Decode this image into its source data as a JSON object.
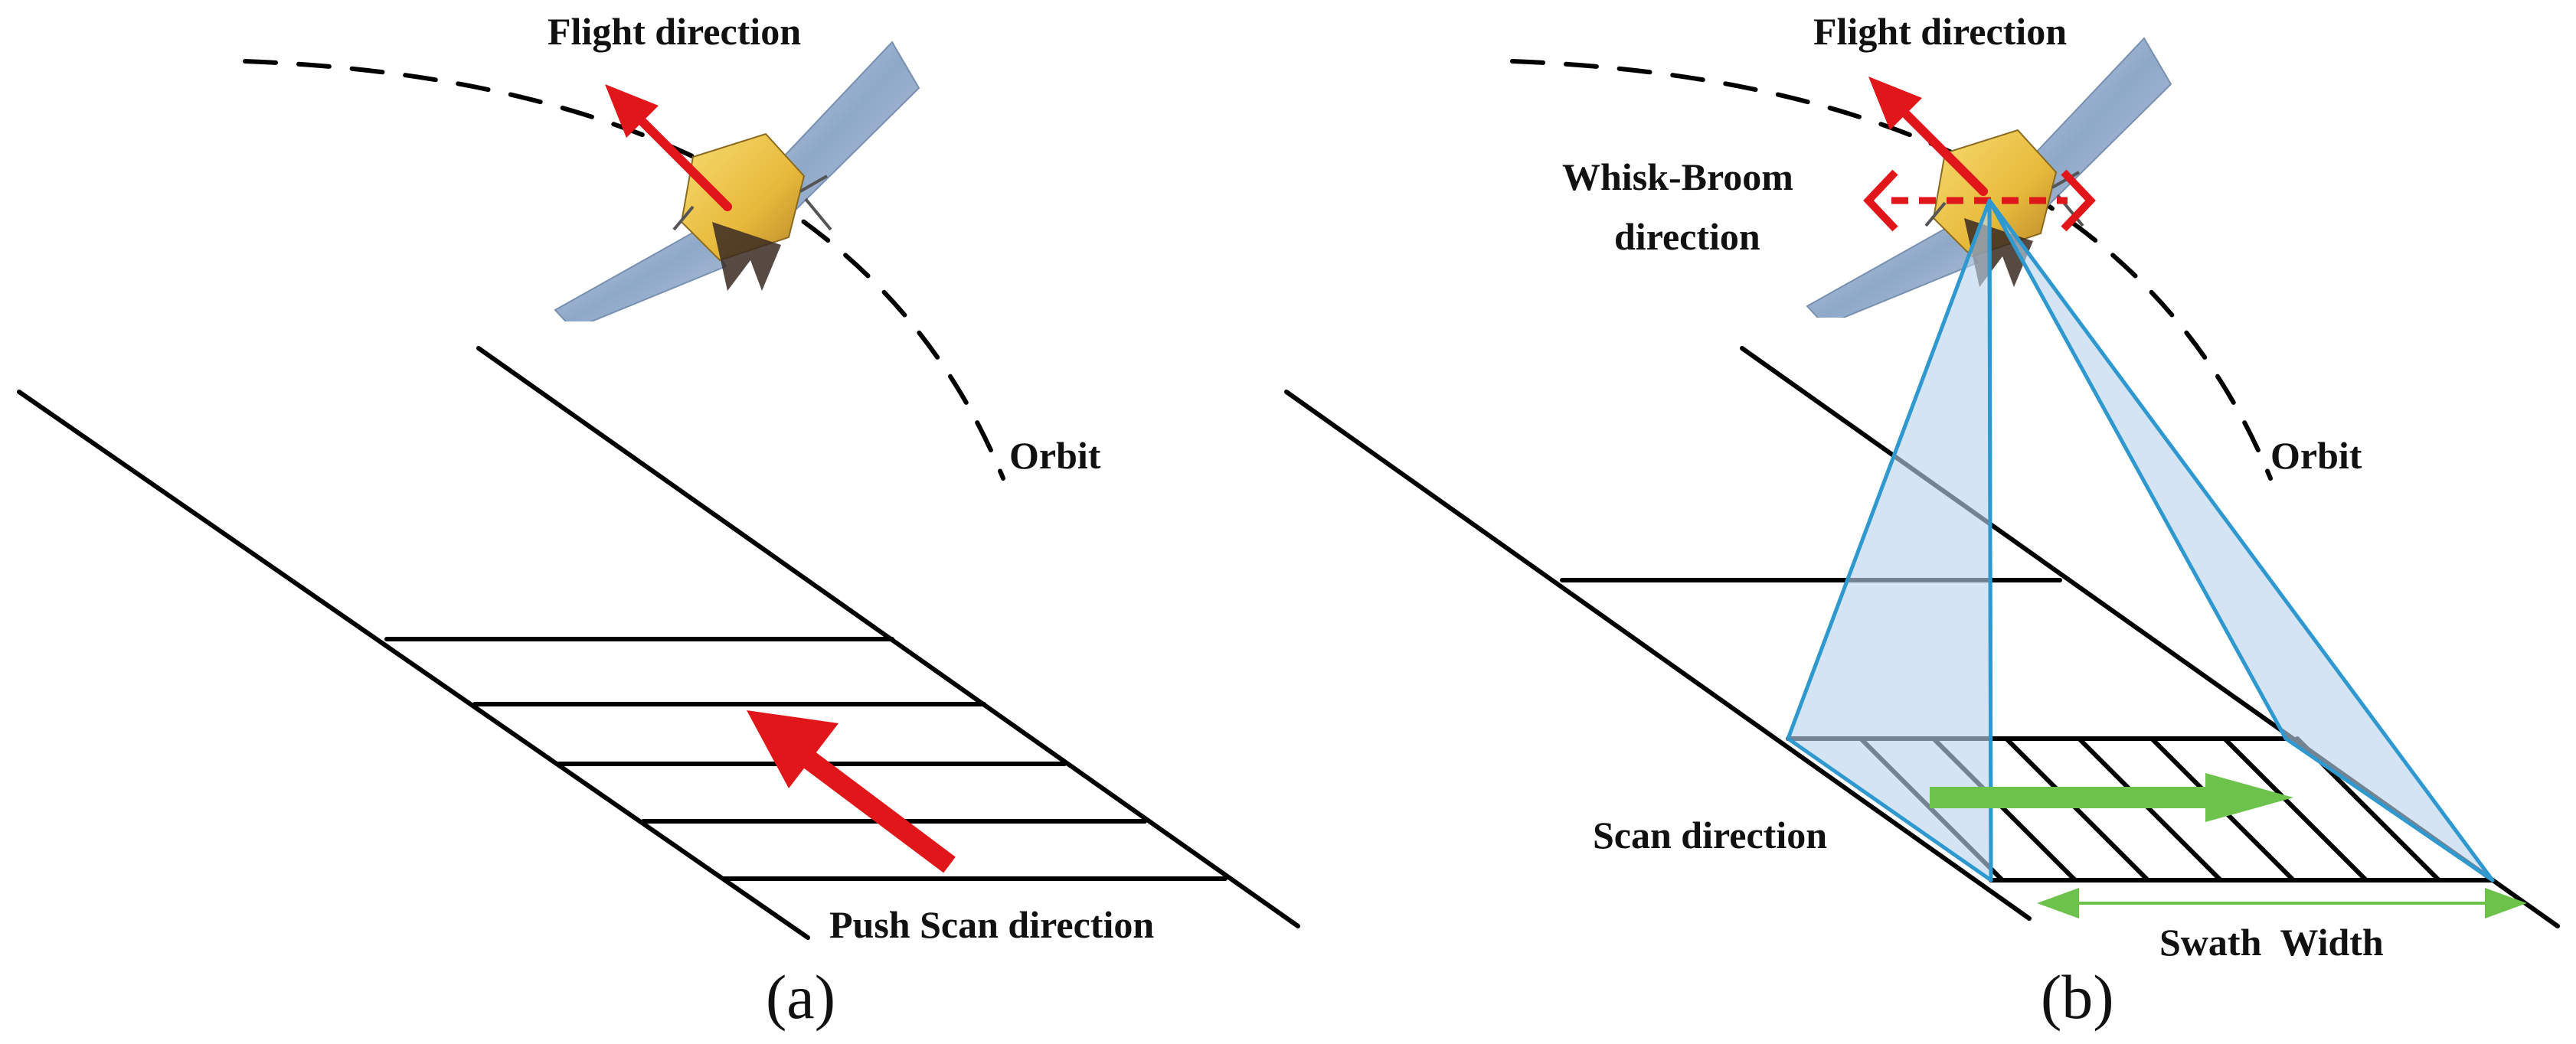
{
  "panel_a": {
    "flight_direction": "Flight direction",
    "orbit": "Orbit",
    "push_scan_direction": "Push Scan direction",
    "caption": "(a)"
  },
  "panel_b": {
    "flight_direction": "Flight direction",
    "whisk_broom_line1": "Whisk-Broom",
    "whisk_broom_line2": "direction",
    "orbit": "Orbit",
    "scan_direction": "Scan direction",
    "swath_width": "Swath  Width",
    "caption": "(b)"
  },
  "colors": {
    "flight_arrow": "#e0161b",
    "scan_arrow": "#6cc24a",
    "beam_fill": "#bcd3ea",
    "beam_edge": "#2f98cf",
    "line": "#000000"
  },
  "icons": [
    "satellite-icon"
  ]
}
